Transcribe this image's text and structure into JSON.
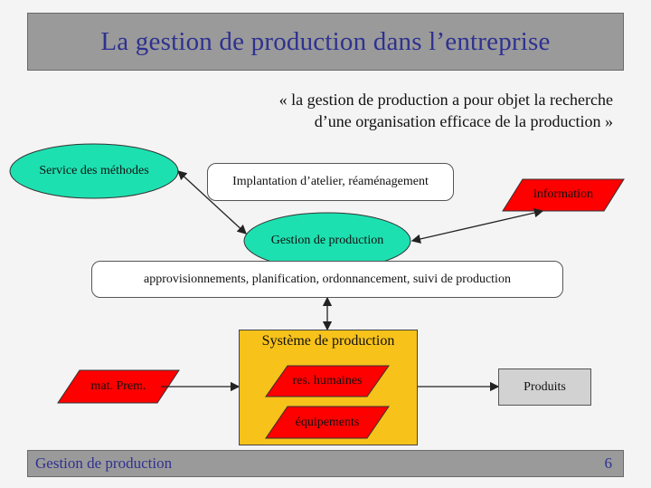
{
  "title": "La gestion de production dans l’entreprise",
  "quote": {
    "line1": "« la gestion de production a pour objet la recherche",
    "line2": "d’une organisation efficace de la production »"
  },
  "nodes": {
    "service_methodes": "Service des méthodes",
    "implantation": "Implantation d’atelier, réaménagement",
    "information": "information",
    "gestion_production": "Gestion de production",
    "activites": "approvisionnements, planification, ordonnancement, suivi de production",
    "systeme_production": "Système de production",
    "mat_prem": "mat. Prem.",
    "res_humaines": "res. humaines",
    "equipements": "équipements",
    "produits": "Produits"
  },
  "colors": {
    "title_text": "#2f3190",
    "ellipse_fill": "#1de0b0",
    "parallelogram_fill": "#ff0000",
    "system_fill": "#f7c21a",
    "header_bg": "#9a9a9a"
  },
  "footer": {
    "label": "Gestion de production",
    "page": "6"
  }
}
